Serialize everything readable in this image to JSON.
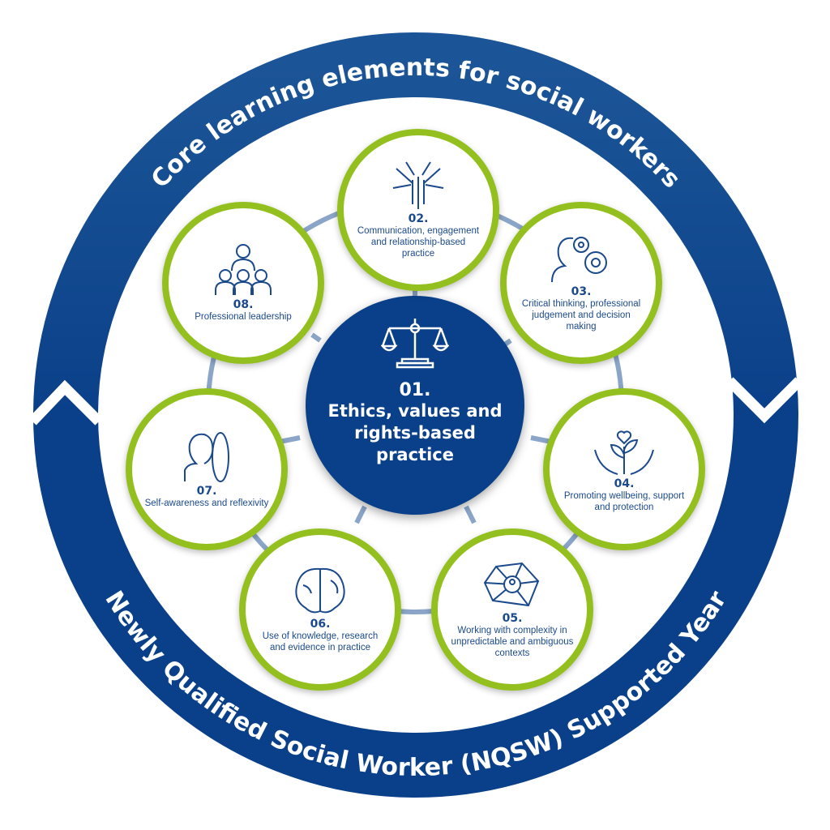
{
  "ring": {
    "top_text": "Core learning elements for social workers",
    "bottom_text": "Newly Qualified Social Worker (NQSW) Supported Year"
  },
  "colors": {
    "dark_blue": "#0a4089",
    "mid_blue": "#1c5597",
    "green": "#93c01f",
    "connector": "#8aa5c8"
  },
  "center": {
    "number": "01.",
    "label": "Ethics, values and rights-based practice",
    "icon": "scales-icon"
  },
  "elements": [
    {
      "number": "02.",
      "label": "Communication, engagement and relationship-based practice",
      "icon": "hands-together-icon"
    },
    {
      "number": "03.",
      "label": "Critical thinking, professional judgement and decision making",
      "icon": "head-gears-icon"
    },
    {
      "number": "04.",
      "label": "Promoting wellbeing, support and protection",
      "icon": "hands-plant-heart-icon"
    },
    {
      "number": "05.",
      "label": "Working with complexity in unpredictable and ambiguous contexts",
      "icon": "network-person-icon"
    },
    {
      "number": "06.",
      "label": "Use of knowledge, research and evidence in practice",
      "icon": "brain-icon"
    },
    {
      "number": "07.",
      "label": "Self-awareness and reflexivity",
      "icon": "mirror-person-icon"
    },
    {
      "number": "08.",
      "label": "Professional leadership",
      "icon": "leader-group-icon"
    }
  ]
}
